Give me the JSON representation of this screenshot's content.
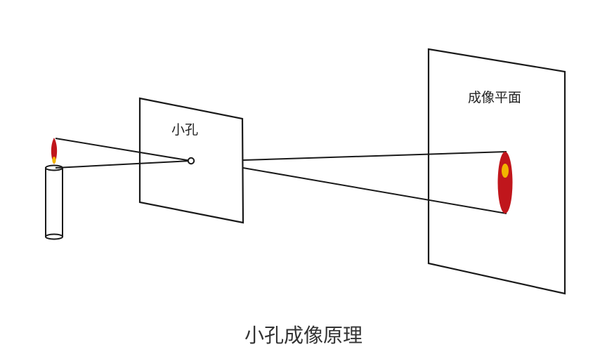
{
  "labels": {
    "pinhole": "小孔",
    "screen": "成像平面"
  },
  "caption": "小孔成像原理",
  "colors": {
    "line": "#1a1a1a",
    "flame_red": "#c0161c",
    "flame_yellow": "#f2b400",
    "background": "#ffffff"
  }
}
